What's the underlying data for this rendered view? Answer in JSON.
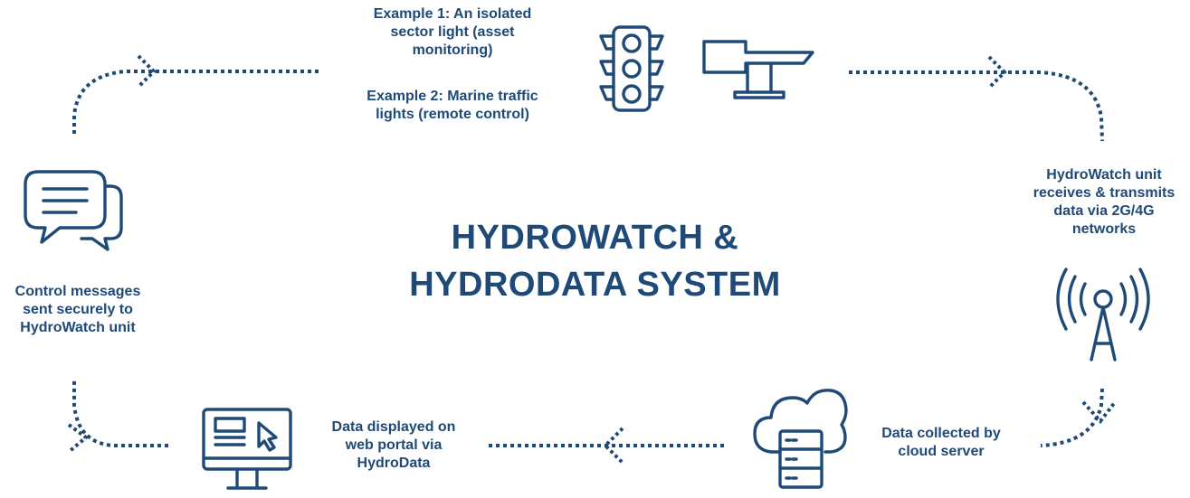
{
  "title": {
    "line1": "HYDROWATCH &",
    "line2": "HYDRODATA SYSTEM"
  },
  "examples": {
    "example1": [
      "Example 1: An isolated",
      "sector light (asset",
      "monitoring)"
    ],
    "example2": [
      "Example 2: Marine traffic",
      "lights (remote control)"
    ]
  },
  "steps": {
    "transmit": [
      "HydroWatch unit",
      "receives & transmits",
      "data via 2G/4G",
      "networks"
    ],
    "cloud": [
      "Data collected by",
      "cloud server"
    ],
    "portal": [
      "Data displayed on",
      "web portal via",
      "HydroData"
    ],
    "control": [
      "Control messages",
      "sent securely to",
      "HydroWatch unit"
    ]
  },
  "icons": {
    "traffic_light": "traffic-light-icon",
    "sector_light": "sector-light-icon",
    "antenna": "antenna-tower-icon",
    "cloud_server": "cloud-server-icon",
    "monitor": "monitor-cursor-icon",
    "chat": "chat-bubbles-icon"
  },
  "colors": {
    "primary": "#1f4a78",
    "background": "#ffffff"
  }
}
